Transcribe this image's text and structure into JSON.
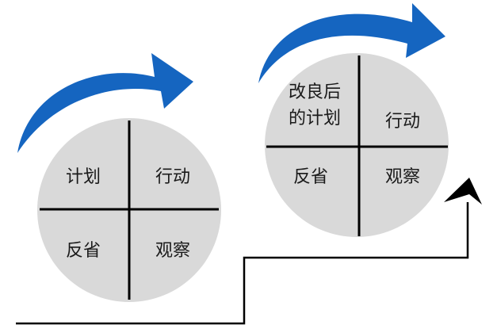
{
  "cycle1": {
    "plan": "计划",
    "act": "行动",
    "reflect": "反省",
    "observe": "观察"
  },
  "cycle2": {
    "plan_line1": "改良后",
    "plan_line2": "的计划",
    "act": "行动",
    "reflect": "反省",
    "observe": "观察"
  },
  "colors": {
    "circle_fill": "#d9d9d9",
    "arrow_blue": "#1565c0",
    "line": "#000000"
  },
  "icons": [
    "curved-arrow-icon",
    "up-arrow-icon"
  ]
}
